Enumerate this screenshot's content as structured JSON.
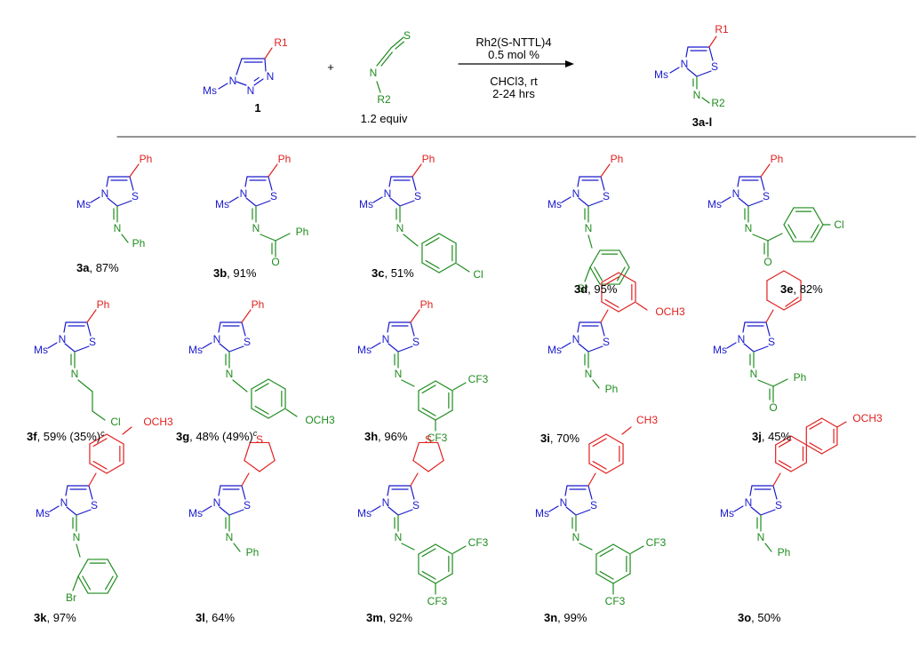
{
  "colors": {
    "ms": "#1a1acc",
    "ring": "#1a1acc",
    "aryl": "#e02020",
    "r2": "#1f8c1f",
    "text": "#000000"
  },
  "labels": {
    "ms": "Ms",
    "n": "N",
    "s": "S",
    "ph": "Ph",
    "cl": "Cl",
    "br": "Br",
    "o": "O",
    "cf3": "CF3",
    "och3": "OCH3",
    "ch3": "CH3",
    "r1": "R1",
    "r2": "R2"
  },
  "scheme": {
    "triazole_label": "1",
    "plus": "+",
    "equiv": "1.2 equiv",
    "catalyst": "Rh2(S-NTTL)4",
    "loading": "0.5 mol %",
    "solvent": "CHCl3, rt",
    "time": "2-24 hrs",
    "product_label": "3a-l"
  },
  "products": [
    {
      "id": "3a",
      "text": ", 87%"
    },
    {
      "id": "3b",
      "text": ", 91%"
    },
    {
      "id": "3c",
      "text": ", 51%"
    },
    {
      "id": "3d",
      "text": ", 95%"
    },
    {
      "id": "3e",
      "text": ", 82%"
    },
    {
      "id": "3f",
      "text": ", 59% (35%)",
      "note": "c"
    },
    {
      "id": "3g",
      "text": ", 48% (49%)",
      "note": "c"
    },
    {
      "id": "3h",
      "text": ", 96%"
    },
    {
      "id": "3i",
      "text": ", 70%"
    },
    {
      "id": "3j",
      "text": ", 45%"
    },
    {
      "id": "3k",
      "text": ", 97%"
    },
    {
      "id": "3l",
      "text": ", 64%"
    },
    {
      "id": "3m",
      "text": ", 92%"
    },
    {
      "id": "3n",
      "text": ", 99%"
    },
    {
      "id": "3o",
      "text": ", 50%"
    }
  ]
}
